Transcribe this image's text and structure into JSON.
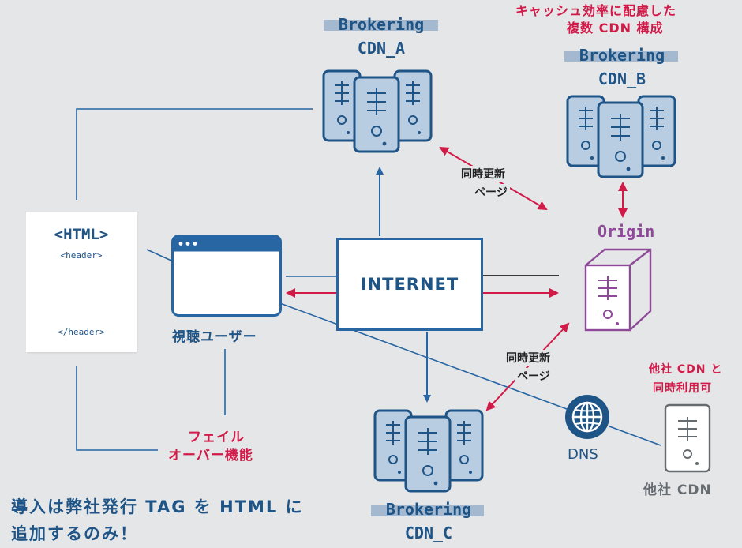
{
  "nodes": {
    "cdn_a": {
      "label_line1": "Brokering",
      "label_line2": "CDN_A"
    },
    "cdn_b": {
      "label_line1": "Brokering",
      "label_line2": "CDN_B"
    },
    "cdn_c": {
      "label_line1": "Brokering",
      "label_line2": "CDN_C"
    },
    "origin": {
      "label": "Origin"
    },
    "internet": {
      "label": "INTERNET"
    },
    "viewer": {
      "label": "視聴ユーザー"
    },
    "dns": {
      "label": "DNS"
    },
    "other_cdn": {
      "label": "他社 CDN",
      "note_line1": "他社 CDN と",
      "note_line2": "同時利用可"
    },
    "html_doc": {
      "tag_open": "<HTML>",
      "header_open": "<header>",
      "header_close": "</header>"
    }
  },
  "annotations": {
    "top_right_line1": "キャッシュ効率に配慮した",
    "top_right_line2": "複数 CDN 構成",
    "update_a_line1": "同時更新",
    "update_a_line2": "ページ",
    "update_c_line1": "同時更新",
    "update_c_line2": "ページ",
    "failover_line1": "フェイル",
    "failover_line2": "オーバー機能",
    "bottom_line1": "導入は弊社発行 TAG を HTML に",
    "bottom_line2": "追加するのみ！"
  },
  "colors": {
    "background": "#e5e6e8",
    "primary_blue": "#1f5486",
    "accent_blue": "#2765a3",
    "accent_red": "#d11a48",
    "origin_purple": "#8e4a98",
    "neutral_gray": "#666b70"
  },
  "icons": {
    "cdn": "server-cluster-icon",
    "origin": "tower-server-icon",
    "dns": "globe-icon",
    "other_cdn": "server-icon",
    "viewer": "browser-window-icon"
  }
}
